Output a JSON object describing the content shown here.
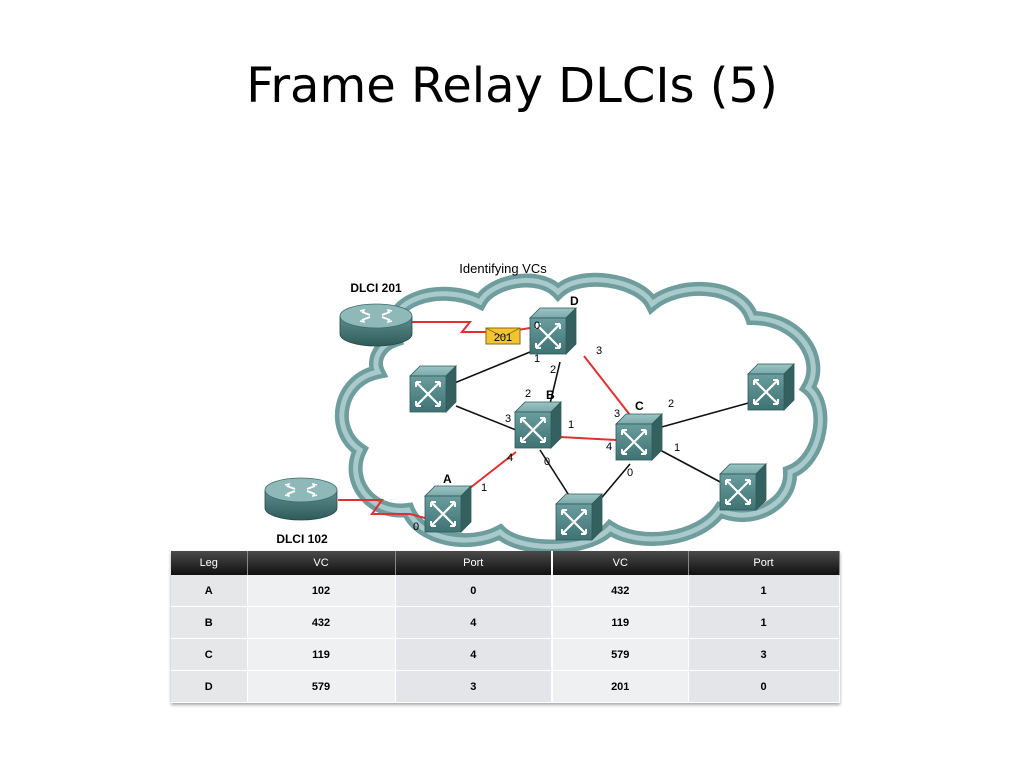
{
  "title": "Frame Relay DLCIs (5)",
  "diagram": {
    "caption": "Identifying VCs",
    "routers": [
      {
        "id": "top",
        "label": "DLCI 201"
      },
      {
        "id": "bottom",
        "label": "DLCI 102"
      }
    ],
    "switches": {
      "A": "A",
      "B": "B",
      "C": "C",
      "D": "D"
    },
    "frame_tag": "201",
    "ports": {
      "D_0": "0",
      "D_1": "1",
      "D_2": "2",
      "D_3": "3",
      "B_2": "2",
      "B_3": "3",
      "B_1": "1",
      "B_4": "4",
      "B_0": "0",
      "C_3": "3",
      "C_2": "2",
      "C_4": "4",
      "C_1": "1",
      "C_0": "0",
      "A_1": "1",
      "A_0": "0"
    },
    "colors": {
      "cloud": "#6f9c9c",
      "switch": "#5f9090",
      "active_link": "#e03030",
      "link": "#111111",
      "tag": "#f4c430"
    }
  },
  "table": {
    "headers": [
      "Leg",
      "VC",
      "Port",
      "VC",
      "Port"
    ],
    "rows": [
      [
        "A",
        "102",
        "0",
        "432",
        "1"
      ],
      [
        "B",
        "432",
        "4",
        "119",
        "1"
      ],
      [
        "C",
        "119",
        "4",
        "579",
        "3"
      ],
      [
        "D",
        "579",
        "3",
        "201",
        "0"
      ]
    ]
  }
}
